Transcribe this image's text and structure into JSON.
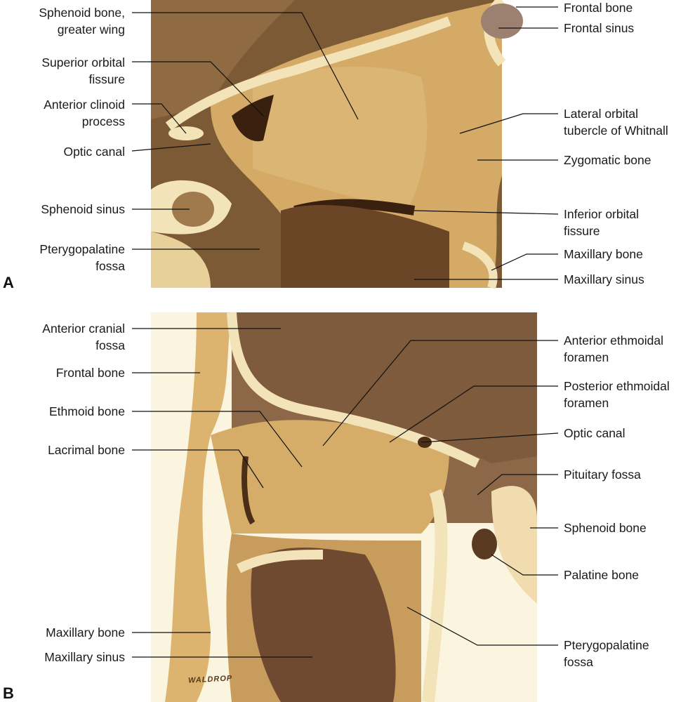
{
  "panel_a": {
    "letter": "A",
    "left_labels": [
      "Sphenoid bone,\ngreater wing",
      "Superior orbital\nfissure",
      "Anterior clinoid\nprocess",
      "Optic canal",
      "Sphenoid sinus",
      "Pterygopalatine\nfossa"
    ],
    "right_labels": [
      "Frontal bone",
      "Frontal sinus",
      "Lateral orbital\ntubercle of Whitnall",
      "Zygomatic bone",
      "Inferior orbital\nfissure",
      "Maxillary bone",
      "Maxillary sinus"
    ]
  },
  "panel_b": {
    "letter": "B",
    "left_labels": [
      "Anterior cranial\nfossa",
      "Frontal bone",
      "Ethmoid bone",
      "Lacrimal bone",
      "Maxillary bone",
      "Maxillary sinus"
    ],
    "right_labels": [
      "Anterior ethmoidal\nforamen",
      "Posterior ethmoidal\nforamen",
      "Optic canal",
      "Pituitary fossa",
      "Sphenoid bone",
      "Palatine bone",
      "Pterygopalatine\nfossa"
    ],
    "signature": "WALDROP"
  },
  "colors": {
    "bone": "#d9b270",
    "dark": "#7a5530",
    "cortex": "#f3e3b8",
    "shadow": "#4a2e18"
  }
}
